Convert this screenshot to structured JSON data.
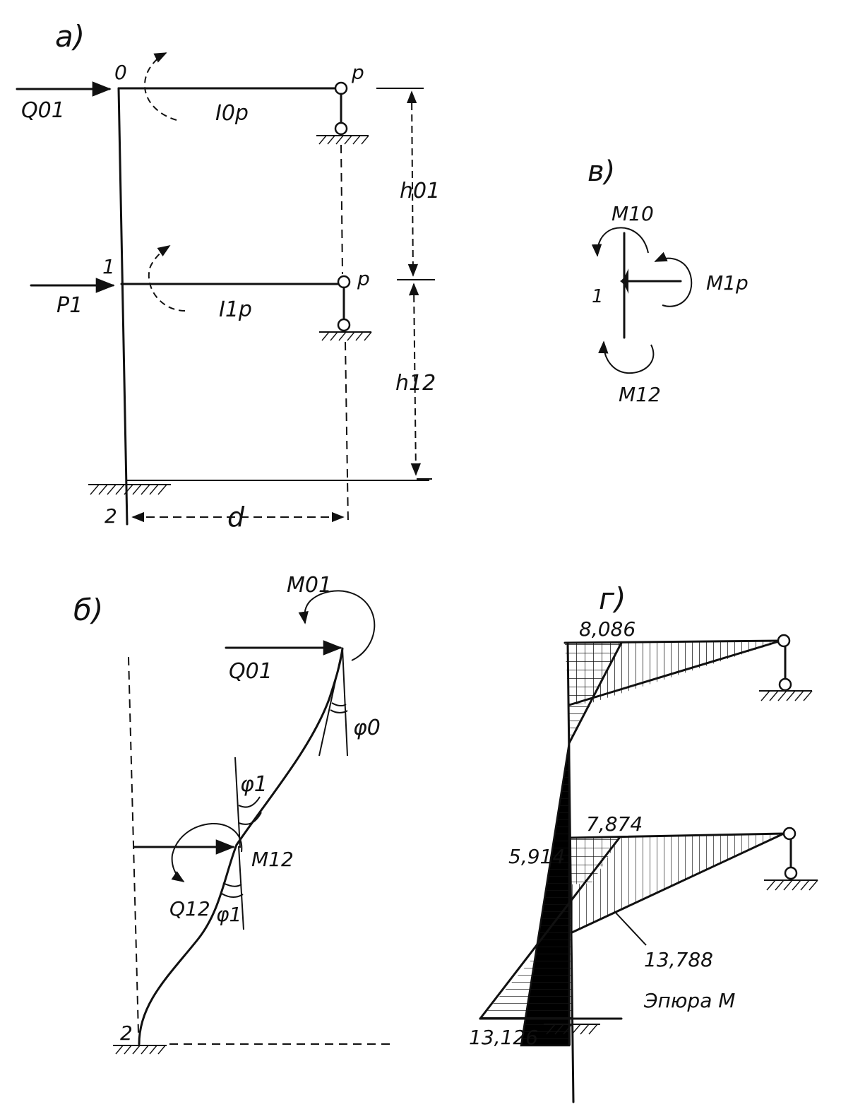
{
  "panel_a": {
    "label": "а)",
    "node_0": "0",
    "node_1": "1",
    "node_2": "2",
    "node_p_top": "p",
    "node_p_mid": "p",
    "force_top": "Q01",
    "force_mid": "P1",
    "beam_top": "I0p",
    "beam_mid": "I1p",
    "height_top": "h01",
    "height_bottom": "h12",
    "span": "d"
  },
  "panel_b": {
    "label": "б)",
    "moment_top": "M01",
    "force_top": "Q01",
    "angle_top": "φ0",
    "angle_mid_upper": "φ1",
    "moment_mid": "M12",
    "force_mid": "Q12",
    "angle_mid_lower": "φ1",
    "node_bottom": "2"
  },
  "panel_v": {
    "label": "в)",
    "moment_up": "M10",
    "moment_right": "M1p",
    "moment_down": "M12",
    "node": "1"
  },
  "panel_g": {
    "label": "г)",
    "value_top": "8,086",
    "value_mid_right": "7,874",
    "value_mid_left": "5,914",
    "value_mid_beam": "13,788",
    "value_bottom": "13,126",
    "caption": "Эпюра М"
  }
}
